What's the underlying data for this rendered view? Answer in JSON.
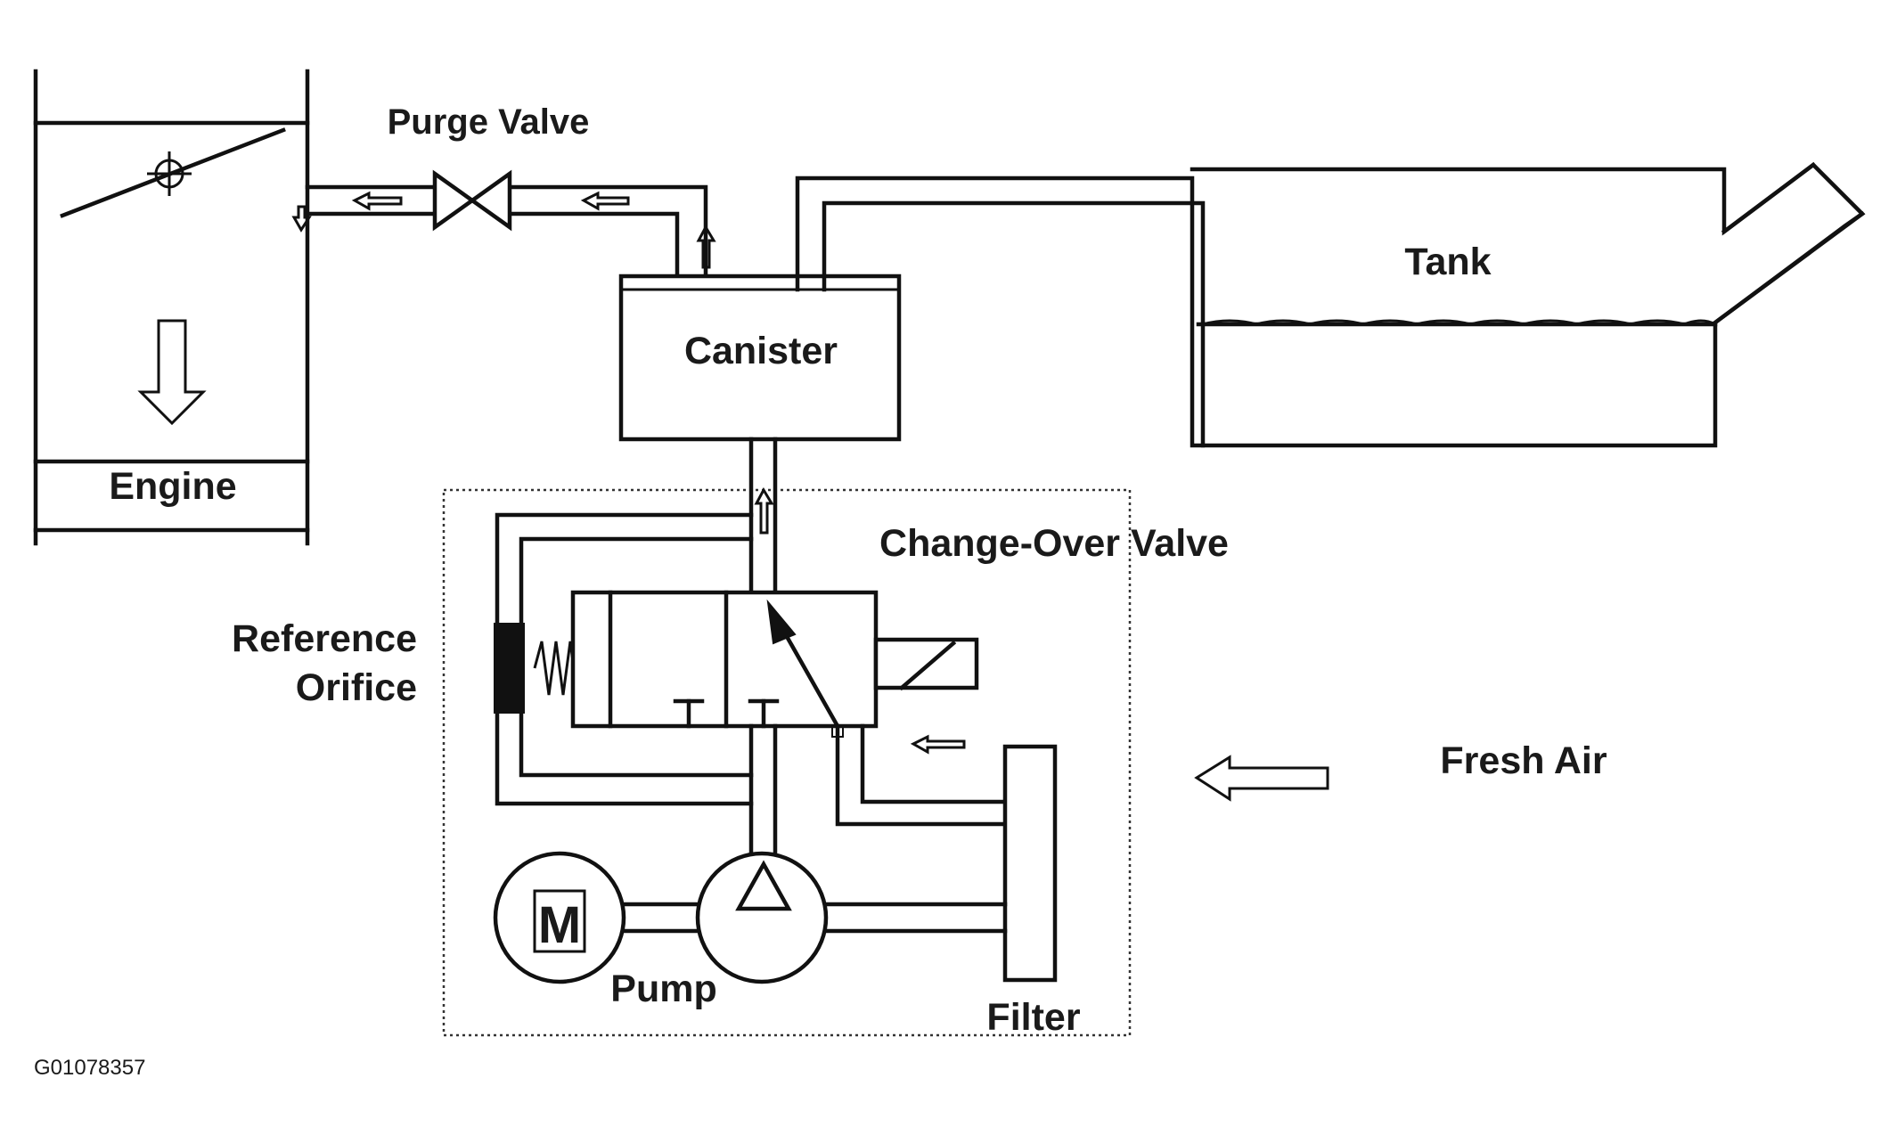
{
  "labels": {
    "purge_valve": "Purge Valve",
    "canister": "Canister",
    "tank": "Tank",
    "engine": "Engine",
    "change_over_valve": "Change-Over Valve",
    "reference_orifice_line1": "Reference",
    "reference_orifice_line2": "Orifice",
    "fresh_air": "Fresh Air",
    "pump": "Pump",
    "filter": "Filter",
    "motor_symbol": "M"
  },
  "figure_code": "G01078357",
  "colors": {
    "line": "#111111",
    "background": "#ffffff",
    "text": "#1a1a1a"
  }
}
